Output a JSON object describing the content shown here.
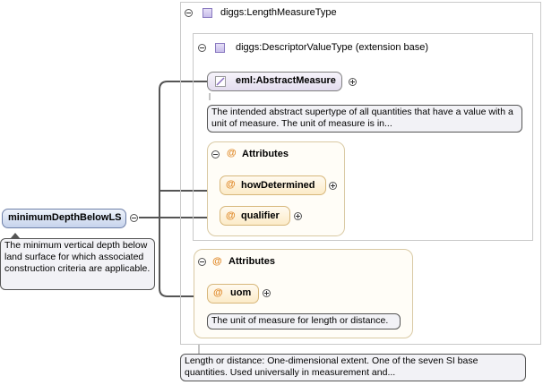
{
  "root_element": {
    "name": "minimumDepthBelowLS",
    "doc": "The minimum vertical depth below land surface for which associated construction criteria are applicable."
  },
  "outer_type": {
    "name": "diggs:LengthMeasureType",
    "doc": "Length or distance: One-dimensional extent. One of the seven SI base quantities. Used universally in measurement and..."
  },
  "extension_type": {
    "name": "diggs:DescriptorValueType (extension base)"
  },
  "abstract_measure": {
    "name": "eml:AbstractMeasure",
    "doc": "The intended abstract supertype of all quantities that have a value with a unit of measure. The unit of measure is in..."
  },
  "inner_attributes": {
    "title": "Attributes",
    "items": [
      "howDetermined",
      "qualifier"
    ]
  },
  "outer_attributes": {
    "title": "Attributes",
    "uom": "uom",
    "uom_doc": "The unit of measure for length or distance."
  },
  "at_symbol": "@",
  "colors": {
    "attribute_accent": "#e08a2a",
    "element_fill": "#c6d3ec",
    "type_icon": "#c7bdea"
  }
}
